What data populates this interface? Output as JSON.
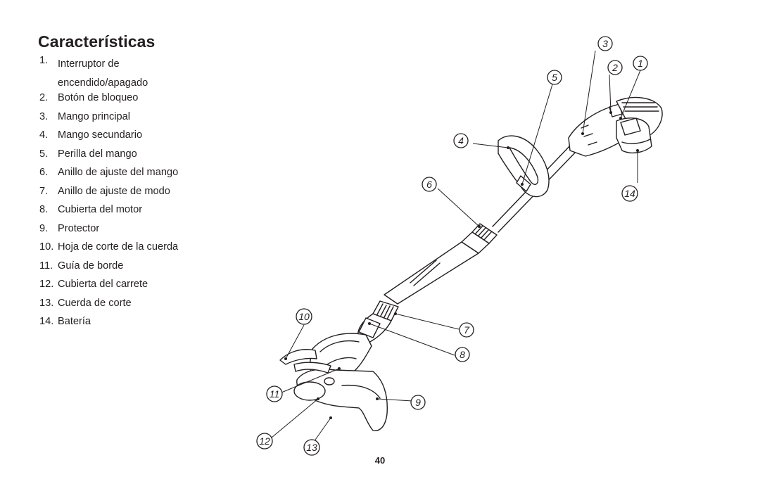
{
  "title": "Características",
  "features": [
    {
      "num": "1.",
      "label": "Interruptor de encendido/apagado"
    },
    {
      "num": "2.",
      "label": "Botón de bloqueo"
    },
    {
      "num": "3.",
      "label": "Mango principal"
    },
    {
      "num": "4.",
      "label": "Mango secundario"
    },
    {
      "num": "5.",
      "label": "Perilla del mango"
    },
    {
      "num": "6.",
      "label": "Anillo de ajuste del mango"
    },
    {
      "num": "7.",
      "label": "Anillo de ajuste de modo"
    },
    {
      "num": "8.",
      "label": "Cubierta del motor"
    },
    {
      "num": "9.",
      "label": "Protector"
    },
    {
      "num": "10.",
      "label": "Hoja de corte de la cuerda"
    },
    {
      "num": "11.",
      "label": "Guía de borde"
    },
    {
      "num": "12.",
      "label": "Cubierta del carrete"
    },
    {
      "num": "13.",
      "label": "Cuerda de corte"
    },
    {
      "num": "14.",
      "label": "Batería"
    }
  ],
  "callouts": [
    "1",
    "2",
    "3",
    "4",
    "5",
    "6",
    "7",
    "8",
    "9",
    "10",
    "11",
    "12",
    "13",
    "14"
  ],
  "page_number": "40"
}
